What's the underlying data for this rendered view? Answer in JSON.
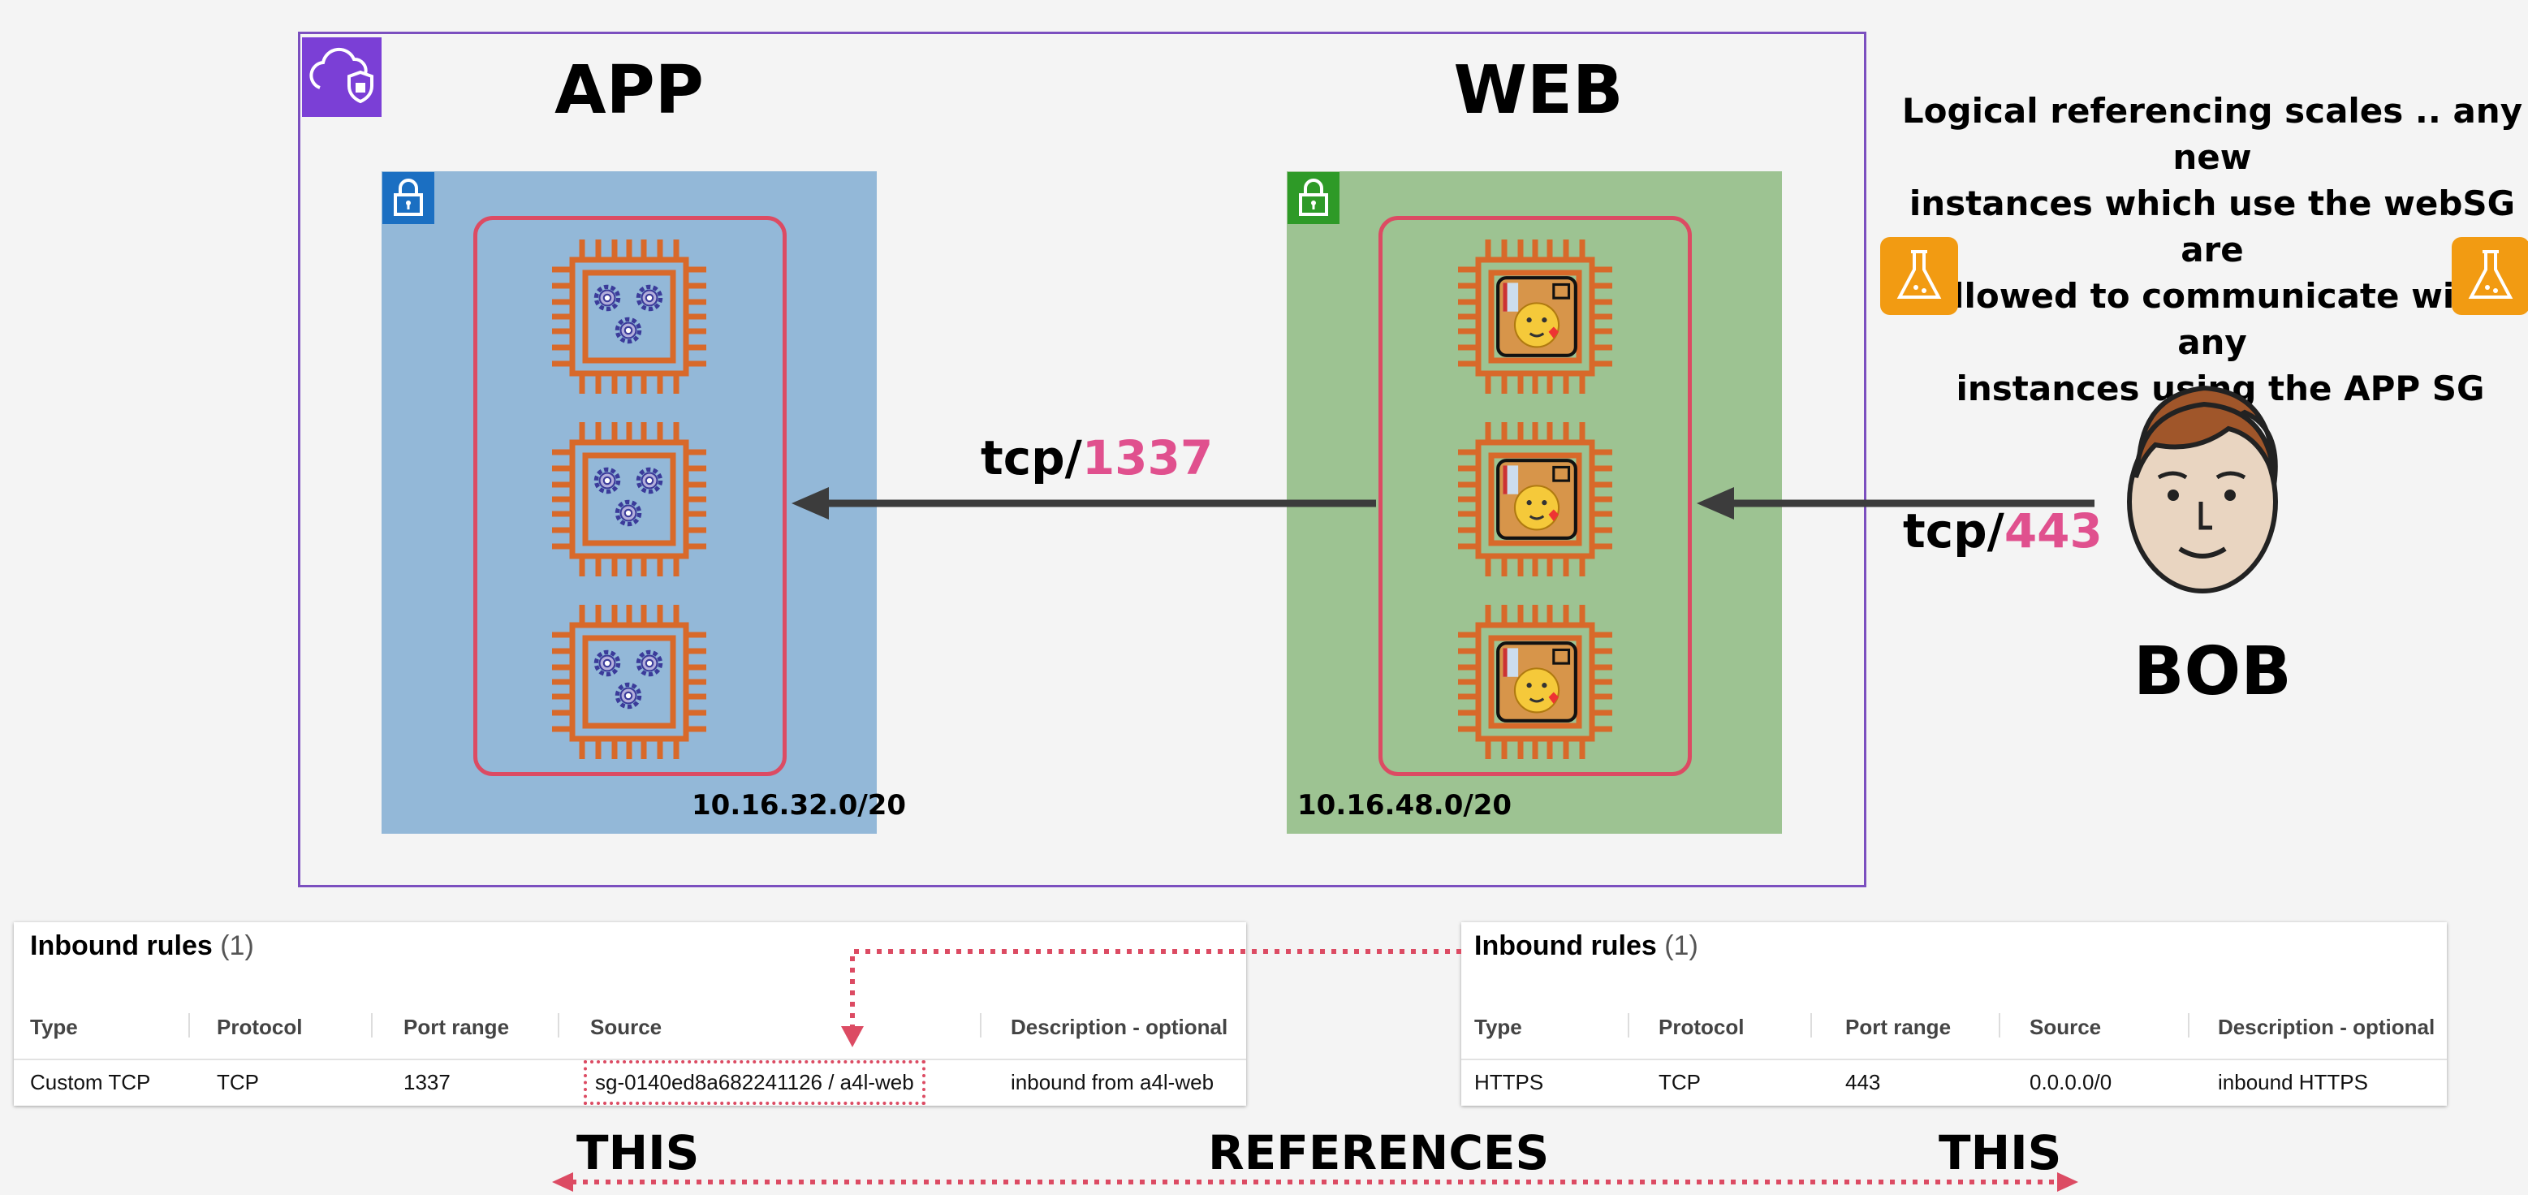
{
  "app_tier": {
    "title": "APP",
    "cidr": "10.16.32.0/20"
  },
  "web_tier": {
    "title": "WEB",
    "cidr": "10.16.48.0/20"
  },
  "flows": {
    "web_to_app": {
      "proto": "tcp/",
      "port": "1337"
    },
    "bob_to_web": {
      "proto": "tcp/",
      "port": "443"
    }
  },
  "user": {
    "name": "BOB"
  },
  "note": {
    "line1": "Logical referencing scales .. any new",
    "line2": "instances which use the webSG are",
    "line3": "allowed to communicate with any",
    "line4": "instances using the APP SG"
  },
  "app_rules": {
    "title": "Inbound rules",
    "count": "(1)",
    "columns": [
      "Type",
      "Protocol",
      "Port range",
      "Source",
      "Description - optional"
    ],
    "row": [
      "Custom TCP",
      "TCP",
      "1337",
      "sg-0140ed8a682241126 / a4l-web",
      "inbound from a4l-web"
    ]
  },
  "web_rules": {
    "title": "Inbound rules",
    "count": "(1)",
    "columns": [
      "Type",
      "Protocol",
      "Port range",
      "Source",
      "Description - optional"
    ],
    "row": [
      "HTTPS",
      "TCP",
      "443",
      "0.0.0.0/0",
      "inbound HTTPS"
    ]
  },
  "references": {
    "left": "THIS",
    "middle": "REFERENCES",
    "right": "THIS"
  },
  "colors": {
    "vpc": "#7b4fbf",
    "app_subnet": "#93b8d8",
    "web_subnet": "#9dc392",
    "sg_border": "#dc4b63",
    "port": "#e0508e",
    "chip": "#d8692a"
  },
  "icons": [
    "vpc-cloud-shield-icon",
    "padlock-icon",
    "ec2-chip-icon",
    "gears-icon",
    "web-app-icon",
    "flask-icon",
    "person-avatar-icon"
  ]
}
